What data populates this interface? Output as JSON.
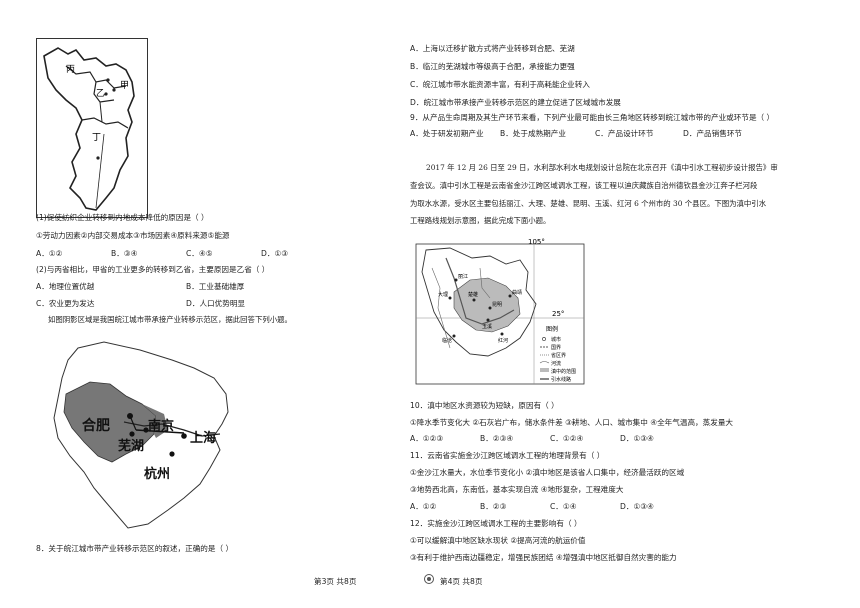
{
  "left": {
    "map1_labels": {
      "bing": "丙",
      "yi": "乙",
      "jia": "甲",
      "ding": "丁"
    },
    "q_group1": [
      {
        "text": "(1)促使纺织企业转移到内地成本降低的原因是（    ）"
      },
      {
        "text": "①劳动力因素②内部交易成本③市场因素④原料来源⑤能源"
      }
    ],
    "q_group1_opts": [
      "A．①②",
      "B．③④",
      "C．④⑤",
      "D．①③"
    ],
    "q_group2": {
      "text": "(2)与丙省相比，甲省的工业更多的转移到乙省，主要原因是乙省（    ）"
    },
    "q_group2_opts": [
      [
        "A．地理位置优越",
        "B．工业基础雄厚"
      ],
      [
        "C．农业更为发达",
        "D．人口优势明显"
      ]
    ],
    "intro2": "如图阴影区域是我国皖江城市带承接产业转移示范区，据此回答下列小题。",
    "map2_labels": {
      "hefei": "合肥",
      "nanjing": "南京",
      "shanghai": "上海",
      "wuhu": "芜湖",
      "hangzhou": "杭州"
    },
    "q8": "8．关于皖江城市带产业转移示范区的叙述，正确的是（    ）",
    "footer": "第3页  共8页"
  },
  "right": {
    "q8_opts": [
      "A．上海以迁移扩散方式将产业转移到合肥、芜湖",
      "B．临江的芜湖城市等级高于合肥，承接能力更强",
      "C．皖江城市带水能资源丰富，有利于高耗能企业转入",
      "D．皖江城市带承接产业转移示范区的建立促进了区域城市发展"
    ],
    "q9": "9．从产品生命周期及其生产环节来看，下列产业最可能由长三角地区转移到皖江城市带的产业或环节是（    ）",
    "q9_opts": [
      "A．处于研发初期产业",
      "B．处于成熟期产业",
      "C．产品设计环节",
      "D．产品销售环节"
    ],
    "intro3": [
      "2017 年 12 月 26 日至 29 日，水利部水利水电规划设计总院在北京召开《滇中引水工程初步设计报告》审",
      "查会议。滇中引水工程是云南省金沙江跨区域调水工程，该工程以迪庆藏族自治州德钦县金沙江奔子栏河段",
      "为取水水源，受水区主要包括丽江、大理、楚雄、昆明、玉溪、红河 6 个州市的 30 个县区。下图为滇中引水",
      "工程路线规划示意图，据此完成下面小题。"
    ],
    "map3": {
      "lon": "105°",
      "lat": "25°",
      "legend_title": "图例",
      "legend_items": [
        "城市",
        "国界",
        "省区界",
        "河流",
        "滇中的范围",
        "引水线路"
      ],
      "places": [
        "丽江",
        "大理",
        "楚雄",
        "昆明",
        "玉溪",
        "曲靖",
        "临沧",
        "红河"
      ]
    },
    "q10": "10．滇中地区水资源较为短缺，原因有（    ）",
    "q10_line": "①降水季节变化大   ②石灰岩广布，储水条件差   ③耕地、人口、城市集中   ④全年气温高，蒸发量大",
    "q10_opts": [
      "A．①②③",
      "B．②③④",
      "C．①②④",
      "D．①③④"
    ],
    "q11": "11．云南省实施金沙江跨区域调水工程的地理背景有（    ）",
    "q11_lines": [
      "①金沙江水量大，水位季节变化小   ②滇中地区是该省人口集中，经济最活跃的区域",
      "③地势西北高，东南低，基本实现自流   ④地形复杂，工程难度大"
    ],
    "q11_opts": [
      "A．①②",
      "B．②③",
      "C．①④",
      "D．①③④"
    ],
    "q12": "12．实施金沙江跨区域调水工程的主要影响有（    ）",
    "q12_lines": [
      "①可以缓解滇中地区缺水现状   ②提高河流的航运价值",
      "③有利于维护西南边疆稳定，增强民族团结   ④增强滇中地区抵御自然灾害的能力"
    ],
    "footer": "第4页  共8页"
  }
}
